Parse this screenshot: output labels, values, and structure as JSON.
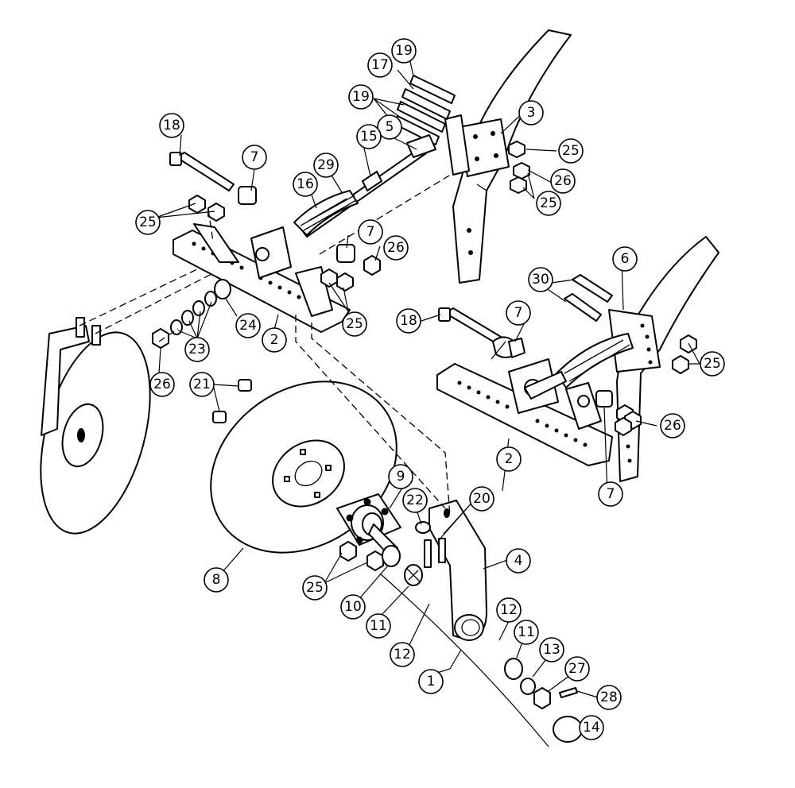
{
  "callouts": [
    {
      "id": "c1",
      "label": "1"
    },
    {
      "id": "c2a",
      "label": "2"
    },
    {
      "id": "c2b",
      "label": "2"
    },
    {
      "id": "c3",
      "label": "3"
    },
    {
      "id": "c4",
      "label": "4"
    },
    {
      "id": "c5",
      "label": "5"
    },
    {
      "id": "c6",
      "label": "6"
    },
    {
      "id": "c7a",
      "label": "7"
    },
    {
      "id": "c7b",
      "label": "7"
    },
    {
      "id": "c7c",
      "label": "7"
    },
    {
      "id": "c7d",
      "label": "7"
    },
    {
      "id": "c8",
      "label": "8"
    },
    {
      "id": "c9",
      "label": "9"
    },
    {
      "id": "c10",
      "label": "10"
    },
    {
      "id": "c11a",
      "label": "11"
    },
    {
      "id": "c11b",
      "label": "11"
    },
    {
      "id": "c12a",
      "label": "12"
    },
    {
      "id": "c12b",
      "label": "12"
    },
    {
      "id": "c13",
      "label": "13"
    },
    {
      "id": "c14",
      "label": "14"
    },
    {
      "id": "c15",
      "label": "15"
    },
    {
      "id": "c16",
      "label": "16"
    },
    {
      "id": "c17",
      "label": "17"
    },
    {
      "id": "c18a",
      "label": "18"
    },
    {
      "id": "c18b",
      "label": "18"
    },
    {
      "id": "c19a",
      "label": "19"
    },
    {
      "id": "c19b",
      "label": "19"
    },
    {
      "id": "c20",
      "label": "20"
    },
    {
      "id": "c21",
      "label": "21"
    },
    {
      "id": "c22",
      "label": "22"
    },
    {
      "id": "c23",
      "label": "23"
    },
    {
      "id": "c24",
      "label": "24"
    },
    {
      "id": "c25a",
      "label": "25"
    },
    {
      "id": "c25b",
      "label": "25"
    },
    {
      "id": "c25c",
      "label": "25"
    },
    {
      "id": "c25d",
      "label": "25"
    },
    {
      "id": "c25e",
      "label": "25"
    },
    {
      "id": "c25f",
      "label": "25"
    },
    {
      "id": "c26a",
      "label": "26"
    },
    {
      "id": "c26b",
      "label": "26"
    },
    {
      "id": "c26c",
      "label": "26"
    },
    {
      "id": "c26d",
      "label": "26"
    },
    {
      "id": "c27",
      "label": "27"
    },
    {
      "id": "c28",
      "label": "28"
    },
    {
      "id": "c29",
      "label": "29"
    },
    {
      "id": "c30",
      "label": "30"
    }
  ]
}
